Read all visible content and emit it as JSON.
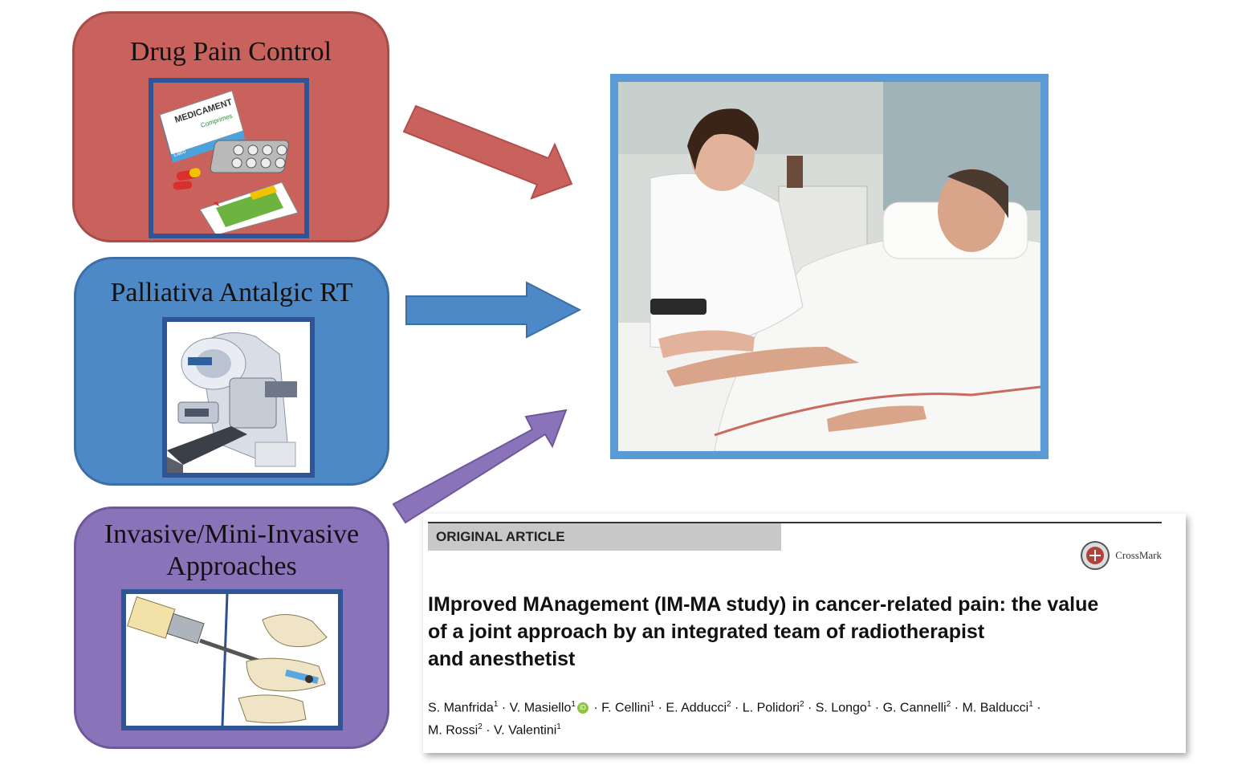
{
  "boxes": {
    "drug": {
      "title": "Drug Pain Control",
      "color": "#c9625d"
    },
    "rt": {
      "title": "Palliativa Antalgic RT",
      "color": "#4e89c7"
    },
    "invasive": {
      "title_line1": "Invasive/Mini-Invasive",
      "title_line2": "Approaches",
      "color": "#8b73b9"
    }
  },
  "drug_image": {
    "box_text": "MEDICAMENT",
    "box_subtext": "Comprimes",
    "brand": "Labo"
  },
  "article": {
    "label": "ORIGINAL ARTICLE",
    "crossmark": "CrossMark",
    "title": "IMproved MAnagement (IM-MA study) in cancer-related pain: the value\nof a joint approach by an integrated team of radiotherapist\nand anesthetist",
    "authors": [
      {
        "name": "S. Manfrida",
        "aff": "1"
      },
      {
        "name": "V. Masiello",
        "aff": "1",
        "orcid": true
      },
      {
        "name": "F. Cellini",
        "aff": "1"
      },
      {
        "name": "E. Adducci",
        "aff": "2"
      },
      {
        "name": "L. Polidori",
        "aff": "2"
      },
      {
        "name": "S. Longo",
        "aff": "1"
      },
      {
        "name": "G. Cannelli",
        "aff": "2"
      },
      {
        "name": "M. Balducci",
        "aff": "1"
      },
      {
        "name": "M. Rossi",
        "aff": "2"
      },
      {
        "name": "V. Valentini",
        "aff": "1"
      }
    ]
  },
  "arrow_colors": {
    "drug": "#c9625d",
    "rt": "#4e89c7",
    "invasive": "#8b73b9"
  },
  "frame_color": "#5b9bd5"
}
